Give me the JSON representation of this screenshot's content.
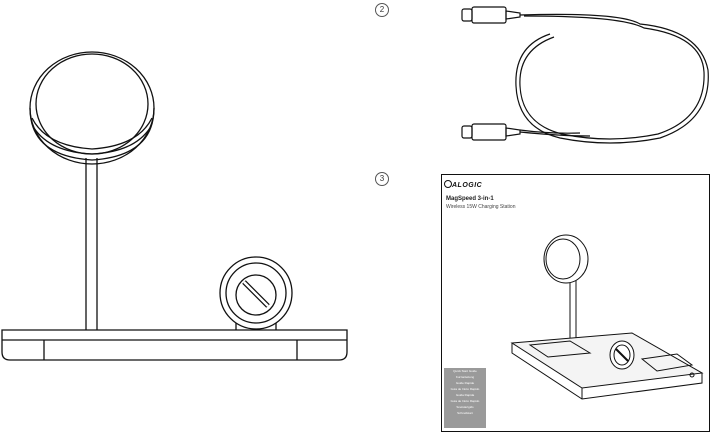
{
  "markers": {
    "cable": "2",
    "guide": "3"
  },
  "guide": {
    "brand": "ALOGIC",
    "product_title": "MagSpeed 3-in-1",
    "product_subtitle": "Wireless 15W Charging Station",
    "languages": [
      "Quick Start Guide",
      "Kurzanleitung",
      "Guide Rapide",
      "Guia de Inicio Rapido",
      "Guida Rapida",
      "Guia de Inicio Rapido",
      "Snelstartgids",
      "Schnellstart"
    ]
  }
}
